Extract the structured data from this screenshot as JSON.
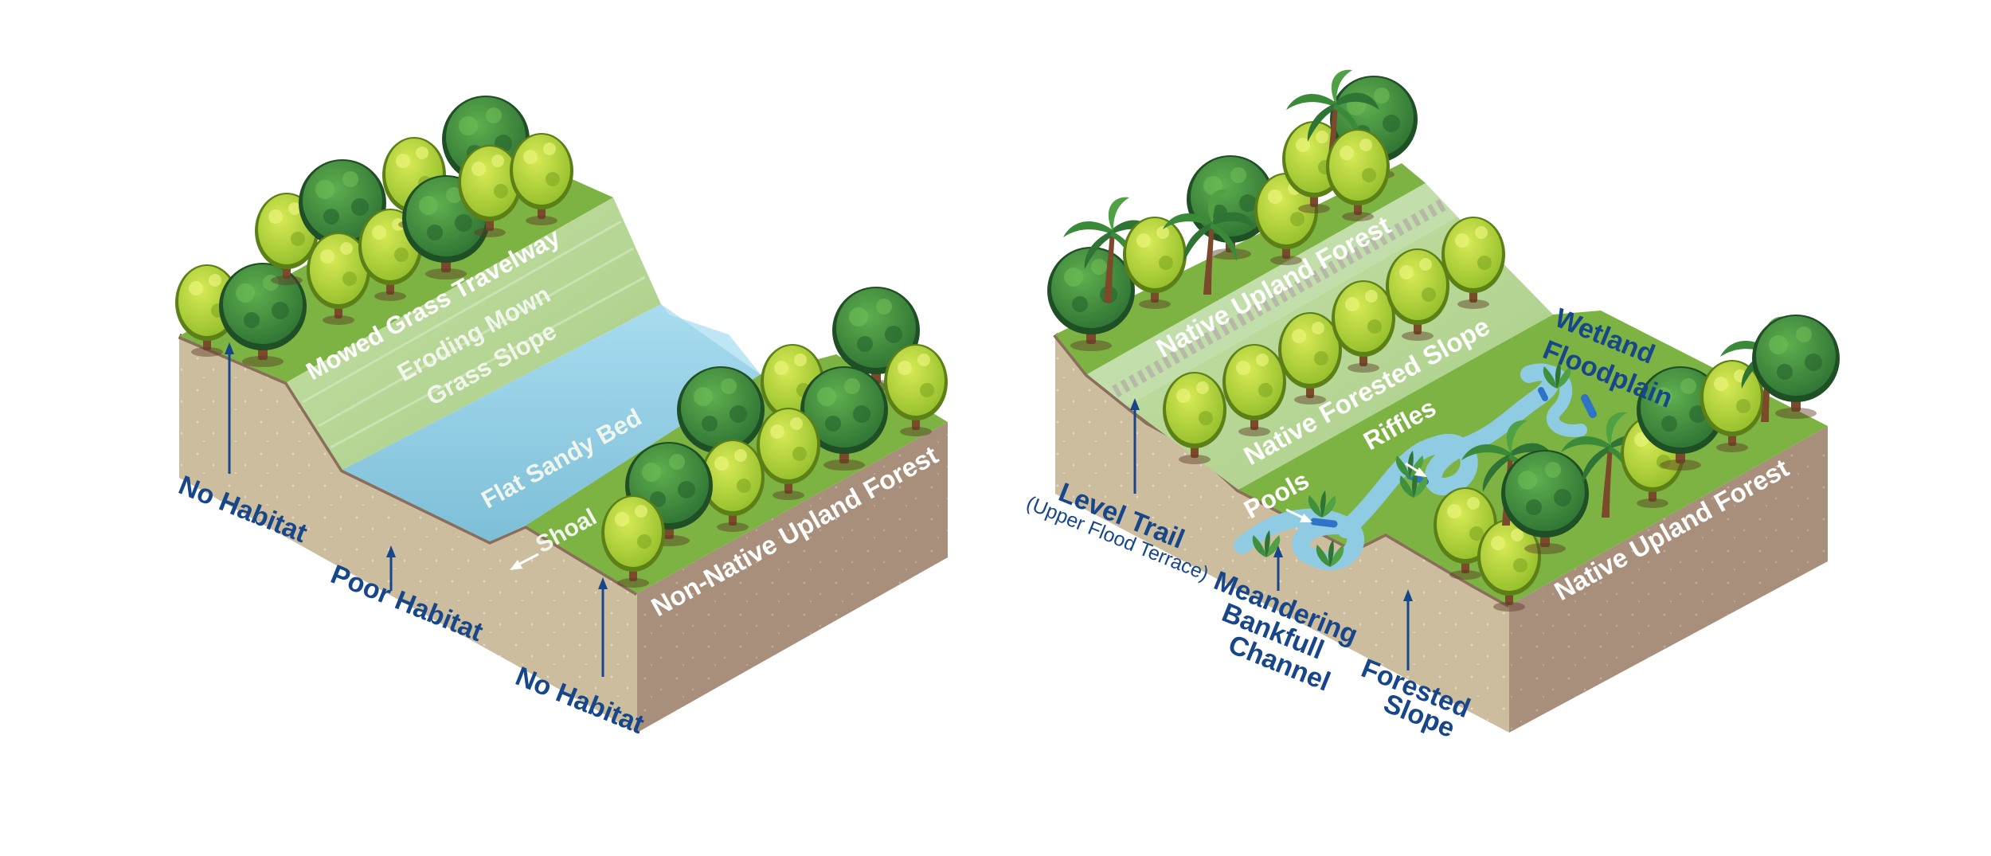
{
  "colors": {
    "label_blue": "#17468a",
    "soil_top": "#cdbd9f",
    "soil_side": "#a88f7c",
    "grass": "#7cb342",
    "slope_grass": "#b9d79a",
    "water": "#8fcbe3",
    "tree_dark": "#3f8f3d",
    "tree_light": "#b5d335"
  },
  "icons": {
    "tree_round": "round-canopy-tree-icon",
    "tree_palm": "palm-tree-icon",
    "plant": "wetland-plant-icon"
  },
  "left_panel": {
    "surface_labels": {
      "mowed_grass": "Mowed Grass Travelway",
      "eroding_1": "Eroding Mown",
      "eroding_2": "Grass Slope",
      "flat_bed": "Flat Sandy Bed",
      "shoal": "Shoal",
      "upland": "Non-Native Upland Forest"
    },
    "callouts": {
      "no_habitat_left": "No Habitat",
      "poor_habitat": "Poor Habitat",
      "no_habitat_right": "No Habitat"
    }
  },
  "right_panel": {
    "surface_labels": {
      "upland_top": "Native Upland Forest",
      "forested_slope": "Native Forested Slope",
      "riffles": "Riffles",
      "pools": "Pools",
      "upland_right": "Native Upland Forest"
    },
    "callouts": {
      "level_trail": "Level Trail",
      "level_trail_sub": "(Upper Flood Terrace)",
      "meandering_1": "Meandering",
      "meandering_2": "Bankfull",
      "meandering_3": "Channel",
      "forested_slope_1": "Forested",
      "forested_slope_2": "Slope",
      "wetland_1": "Wetland",
      "wetland_2": "Floodplain"
    }
  }
}
